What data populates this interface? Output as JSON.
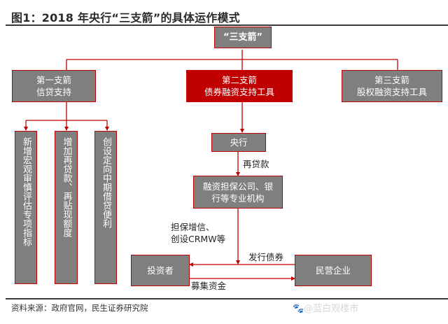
{
  "title": "图1：2018 年央行“三支箭”的具体运作模式",
  "colors": {
    "accent_red": "#c00000",
    "box_gray": "#7f7f7f",
    "text_white": "#ffffff"
  },
  "nodes": {
    "root": "“三支箭”",
    "arrow1": {
      "line1": "第一支箭",
      "line2": "信贷支持"
    },
    "arrow2": {
      "line1": "第二支箭",
      "line2": "债券融资支持工具"
    },
    "arrow3": {
      "line1": "第三支箭",
      "line2": "股权融资支持工具"
    },
    "sub1": "新增宏观审慎评估专项指标",
    "sub2": "增加再贷款、再贴现额度",
    "sub3": "创设定向中期借贷便利",
    "central_bank": "央行",
    "guarantors": {
      "line1": "融资担保公司、银",
      "line2": "行等专业机构"
    },
    "investors": "投资者",
    "private_firms": "民营企业"
  },
  "edge_labels": {
    "relending": "再贷款",
    "credit_enhance": {
      "line1": "担保增信、",
      "line2": "创设CRMW等"
    },
    "issue_bonds": "发行债券",
    "raise_funds": "募集资金"
  },
  "footer": {
    "source": "资料来源：政府官网，民生证券研究院",
    "watermark": "🐾@蓝白观楼市"
  }
}
